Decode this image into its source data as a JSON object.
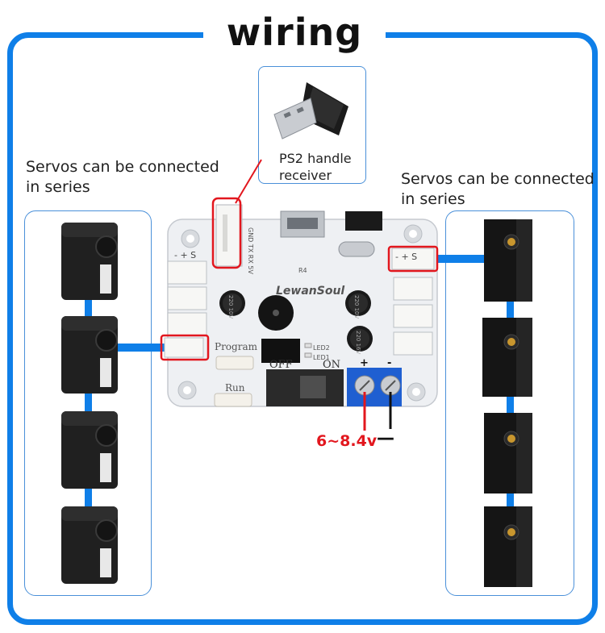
{
  "title": "wiring",
  "left_label": [
    "Servos can be connected",
    "in series"
  ],
  "right_label": [
    "Servos can be connected",
    "in series"
  ],
  "receiver_label": [
    "PS2 handle",
    "receiver"
  ],
  "board": {
    "brand": "LewanSoul",
    "program_label": "Program",
    "run_label": "Run",
    "off_label": "OFF",
    "on_label": "ON",
    "led2_label": "LED2",
    "led1_label": "LED1",
    "r4_label": "R4",
    "pin_labels": "GND TX RX 5V",
    "header_left": "- + S",
    "header_right": "- + S",
    "cap_left": "220 10V",
    "cap_mid": "220 10V",
    "cap_right": "220 16V",
    "terminal_plus": "+",
    "terminal_minus": "-"
  },
  "power_label": "6~8.4v",
  "power_minus": "—",
  "colors": {
    "accent": "#0f7fe8",
    "highlight": "#e2171e",
    "board": "#f1f2f4",
    "terminal": "#1f5fd1"
  }
}
